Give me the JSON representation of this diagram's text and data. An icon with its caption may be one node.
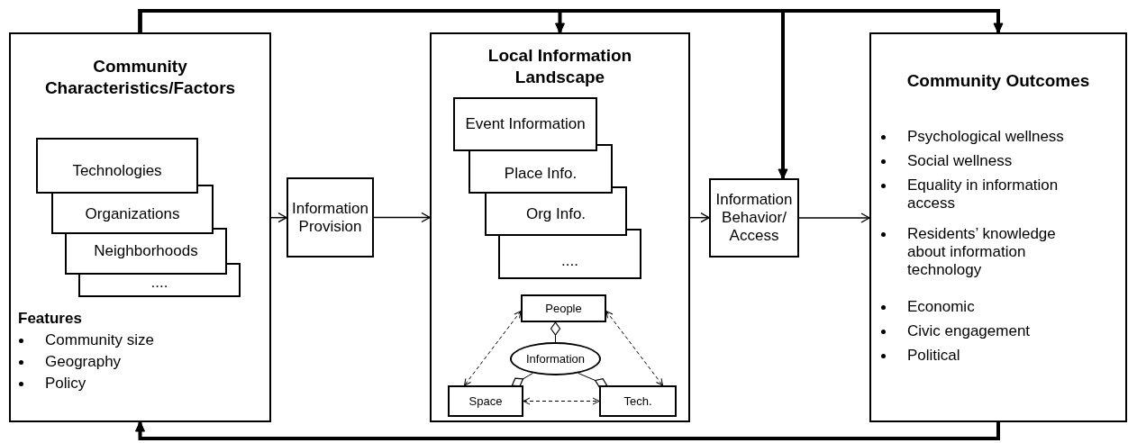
{
  "diagram": {
    "nodes": [
      {
        "text": [
          "Community Characteristics/Factors",
          "Features",
          "Community size",
          "Geography",
          "Policy"
        ]
      },
      {
        "text": [
          "Technologies"
        ],
        "in": 0
      },
      {
        "text": [
          "Organizations"
        ],
        "in": 0
      },
      {
        "text": [
          "Neighborhoods"
        ],
        "in": 0
      },
      {
        "text": [
          "...."
        ],
        "in": 0
      },
      {
        "text": [
          "Information Provision"
        ]
      },
      {
        "text": [
          "Local Information Landscape"
        ]
      },
      {
        "text": [
          "Event Information"
        ],
        "in": 6
      },
      {
        "text": [
          "Place Info."
        ],
        "in": 6
      },
      {
        "text": [
          "Org Info."
        ],
        "in": 6
      },
      {
        "text": [
          "...."
        ],
        "in": 6
      },
      {
        "text": [
          "People"
        ],
        "in": 6
      },
      {
        "text": [
          "Information"
        ],
        "in": 6
      },
      {
        "text": [
          "Space"
        ],
        "in": 6
      },
      {
        "text": [
          "Tech."
        ],
        "in": 6
      },
      {
        "text": [
          "Information Behavior/ Access"
        ]
      },
      {
        "text": [
          "Community Outcomes",
          "Psychological wellness",
          "Social wellness",
          "Equality in information access",
          "Residents’ knowledge about information technology",
          "Economic",
          "Civic engagement",
          "Political"
        ]
      }
    ],
    "edges": [
      {
        "from": 0,
        "to": 5,
        "arrow": "to"
      },
      {
        "from": 5,
        "to": 6,
        "arrow": "to"
      },
      {
        "from": 6,
        "to": 15,
        "arrow": "to"
      },
      {
        "from": 15,
        "to": 16,
        "arrow": "to"
      },
      {
        "from": 11,
        "to": 13,
        "arrow": "both",
        "style": "dashed"
      },
      {
        "from": 11,
        "to": 14,
        "arrow": "both",
        "style": "dashed"
      },
      {
        "from": 13,
        "to": 14,
        "arrow": "both",
        "style": "dashed"
      },
      {
        "from": 12,
        "to": 11,
        "arrow": "other"
      },
      {
        "from": 12,
        "to": 13,
        "arrow": "other"
      },
      {
        "from": 12,
        "to": 14,
        "arrow": "other"
      },
      {
        "from": 0,
        "to": 16,
        "arrow": "to",
        "style": "thick"
      },
      {
        "from": 0,
        "to": 6,
        "arrow": "to",
        "style": "thick"
      },
      {
        "from": 0,
        "to": 15,
        "arrow": "to",
        "style": "thick"
      },
      {
        "from": 16,
        "to": 0,
        "arrow": "to",
        "style": "thick"
      }
    ]
  }
}
